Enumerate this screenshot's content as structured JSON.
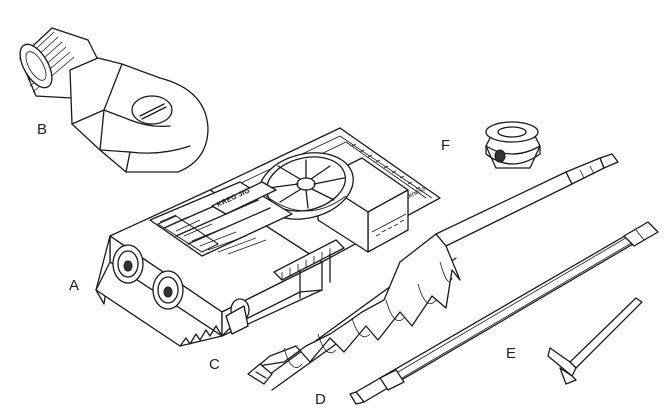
{
  "callouts": {
    "a": "A",
    "b": "B",
    "c": "C",
    "d": "D",
    "e": "E",
    "f": "F"
  },
  "jig": {
    "scale_label": "thickness",
    "brand_mark": "KREG JIG"
  }
}
